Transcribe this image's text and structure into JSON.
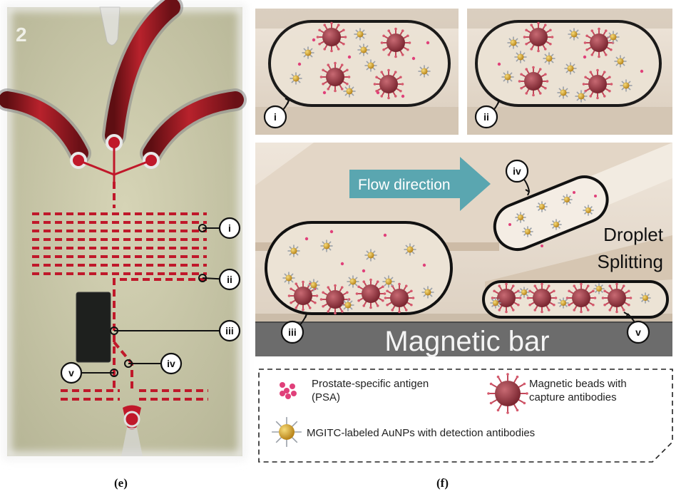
{
  "panels": {
    "e": {
      "caption": "(e)",
      "chip_number": "2",
      "markers": [
        {
          "id": "i",
          "label": "i"
        },
        {
          "id": "ii",
          "label": "ii"
        },
        {
          "id": "iii",
          "label": "iii"
        },
        {
          "id": "iv",
          "label": "iv"
        },
        {
          "id": "v",
          "label": "v"
        }
      ]
    },
    "f": {
      "caption": "(f)",
      "stage_labels": [
        "i",
        "ii",
        "iii",
        "iv",
        "v"
      ],
      "flow_direction": "Flow direction",
      "droplet_splitting_line1": "Droplet",
      "droplet_splitting_line2": "Splitting",
      "magnetic_bar": "Magnetic bar",
      "legend": {
        "psa_line1": "Prostate-specific antigen",
        "psa_line2": "(PSA)",
        "beads_line1": "Magnetic beads with",
        "beads_line2": "capture antibodies",
        "aunp": "MGITC-labeled AuNPs with detection antibodies"
      }
    }
  },
  "colors": {
    "channel_red": "#c0182a",
    "chip_bg": "#c9c8a8",
    "tube_red": "#9e1b23",
    "flow_arrow": "#5aa6b0",
    "magnetic_bar": "#6c6c6c",
    "droplet_fill": "#ece3d5",
    "psa_pink": "#e0407a",
    "bead": "#9c3b45",
    "aunp": "#d9a82a"
  }
}
